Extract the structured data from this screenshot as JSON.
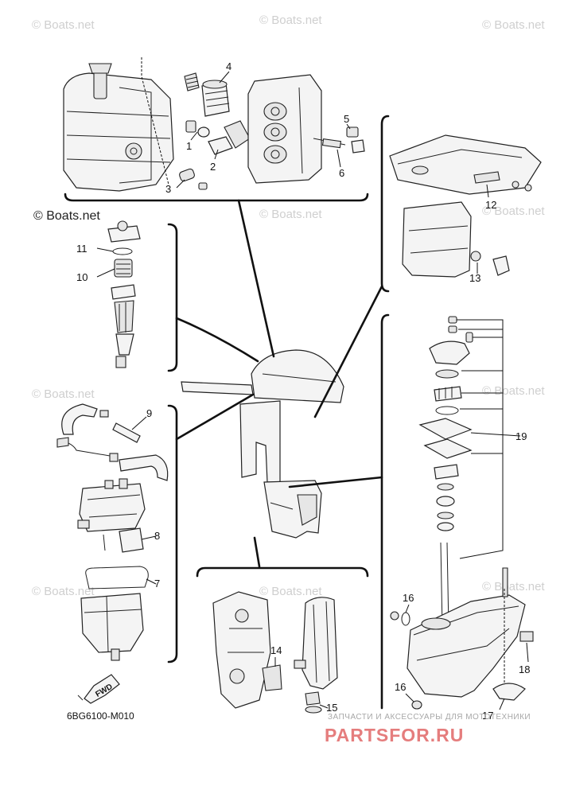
{
  "watermark": "© Boats.net",
  "part_numbers": [
    "1",
    "2",
    "3",
    "4",
    "5",
    "6",
    "9",
    "10",
    "11",
    "7",
    "8",
    "12",
    "13",
    "14",
    "15",
    "16",
    "16",
    "17",
    "18",
    "19"
  ],
  "diagram_code": "6BG6100-M010",
  "fwd_label": "FWD",
  "brand_tagline": "ЗАПЧАСТИ И АКСЕССУАРЫ ДЛЯ МОТОТЕХНИКИ",
  "brand_name": "PARTSFOR.RU",
  "colors": {
    "line": "#111111",
    "watermark": "#cfcfcf",
    "brand": "#e57d7d"
  }
}
